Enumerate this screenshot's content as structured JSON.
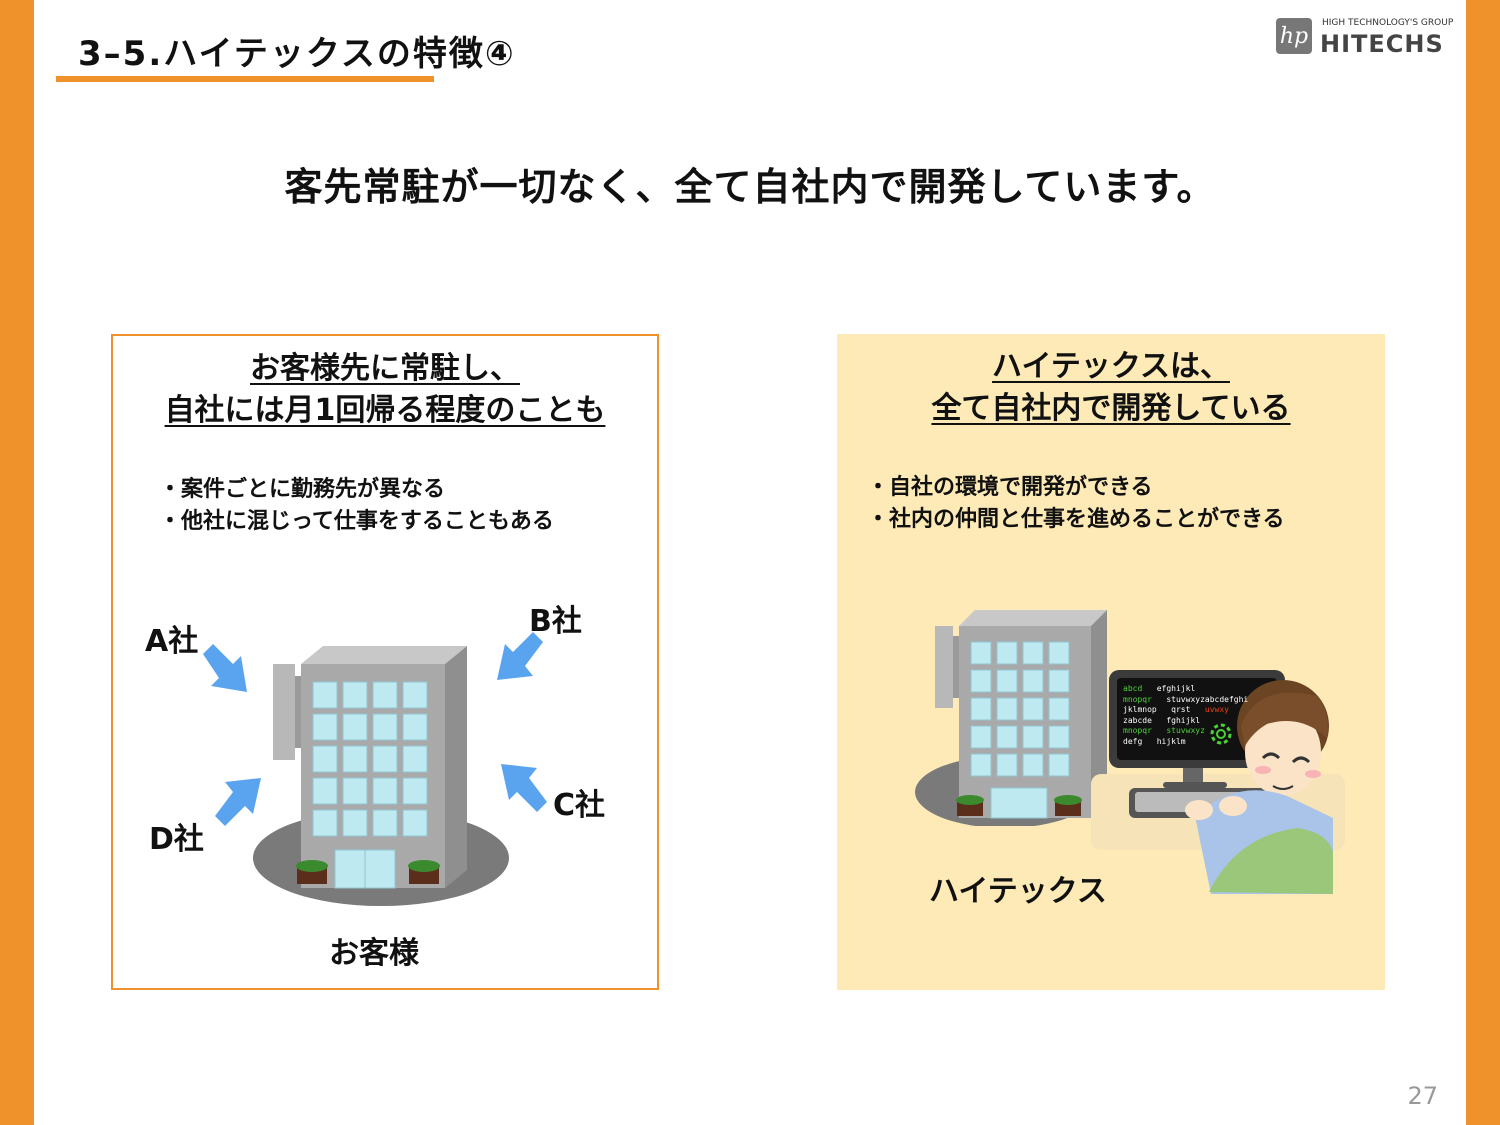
{
  "header": {
    "title": "3–5.ハイテックスの特徴④",
    "logo_sub": "HIGH TECHNOLOGY'S GROUP",
    "logo_main": "HITECHS",
    "logo_mark": "hp"
  },
  "headline": "客先常駐が一切なく、全て自社内で開発しています。",
  "left_panel": {
    "title_line1": "お客様先に常駐し、",
    "title_line2": "自社には月1回帰る程度のことも",
    "bullets": [
      "・案件ごとに勤務先が異なる",
      "・他社に混じって仕事をすることもある"
    ],
    "labels": {
      "a": "A社",
      "b": "B社",
      "c": "C社",
      "d": "D社",
      "customer": "お客様"
    }
  },
  "right_panel": {
    "title_line1": "ハイテックスは、",
    "title_line2": "全て自社内で開発している",
    "bullets": [
      "・自社の環境で開発ができる",
      "・社内の仲間と仕事を進めることができる"
    ],
    "label": "ハイテックス",
    "monitor_lines": [
      {
        "a": "abcd",
        "b": "efghijkl",
        "color_a": "#4cd137",
        "color_b": "#ffffff"
      },
      {
        "a": "mnopqr",
        "b": "stuvwxyzabcdefghi",
        "color_a": "#4cd137",
        "color_b": "#ffffff"
      },
      {
        "a": "jklmnop",
        "b": "qrst",
        "c": "uvwxy",
        "color_a": "#ffffff",
        "color_b": "#ffffff",
        "color_c": "#e84118"
      },
      {
        "a": "zabcde",
        "b": "fghijkl",
        "color_a": "#ffffff",
        "color_b": "#ffffff"
      },
      {
        "a": "mnopqr",
        "b": "stuvwxyz",
        "color_a": "#4cd137",
        "color_b": "#4cd137"
      },
      {
        "a": "defg",
        "b": "hijklm",
        "color_a": "#ffffff",
        "color_b": "#ffffff"
      }
    ]
  },
  "page_number": "27",
  "colors": {
    "accent": "#f0922b",
    "panel_bg": "#fdeab6",
    "arrow": "#5aa4ef"
  }
}
